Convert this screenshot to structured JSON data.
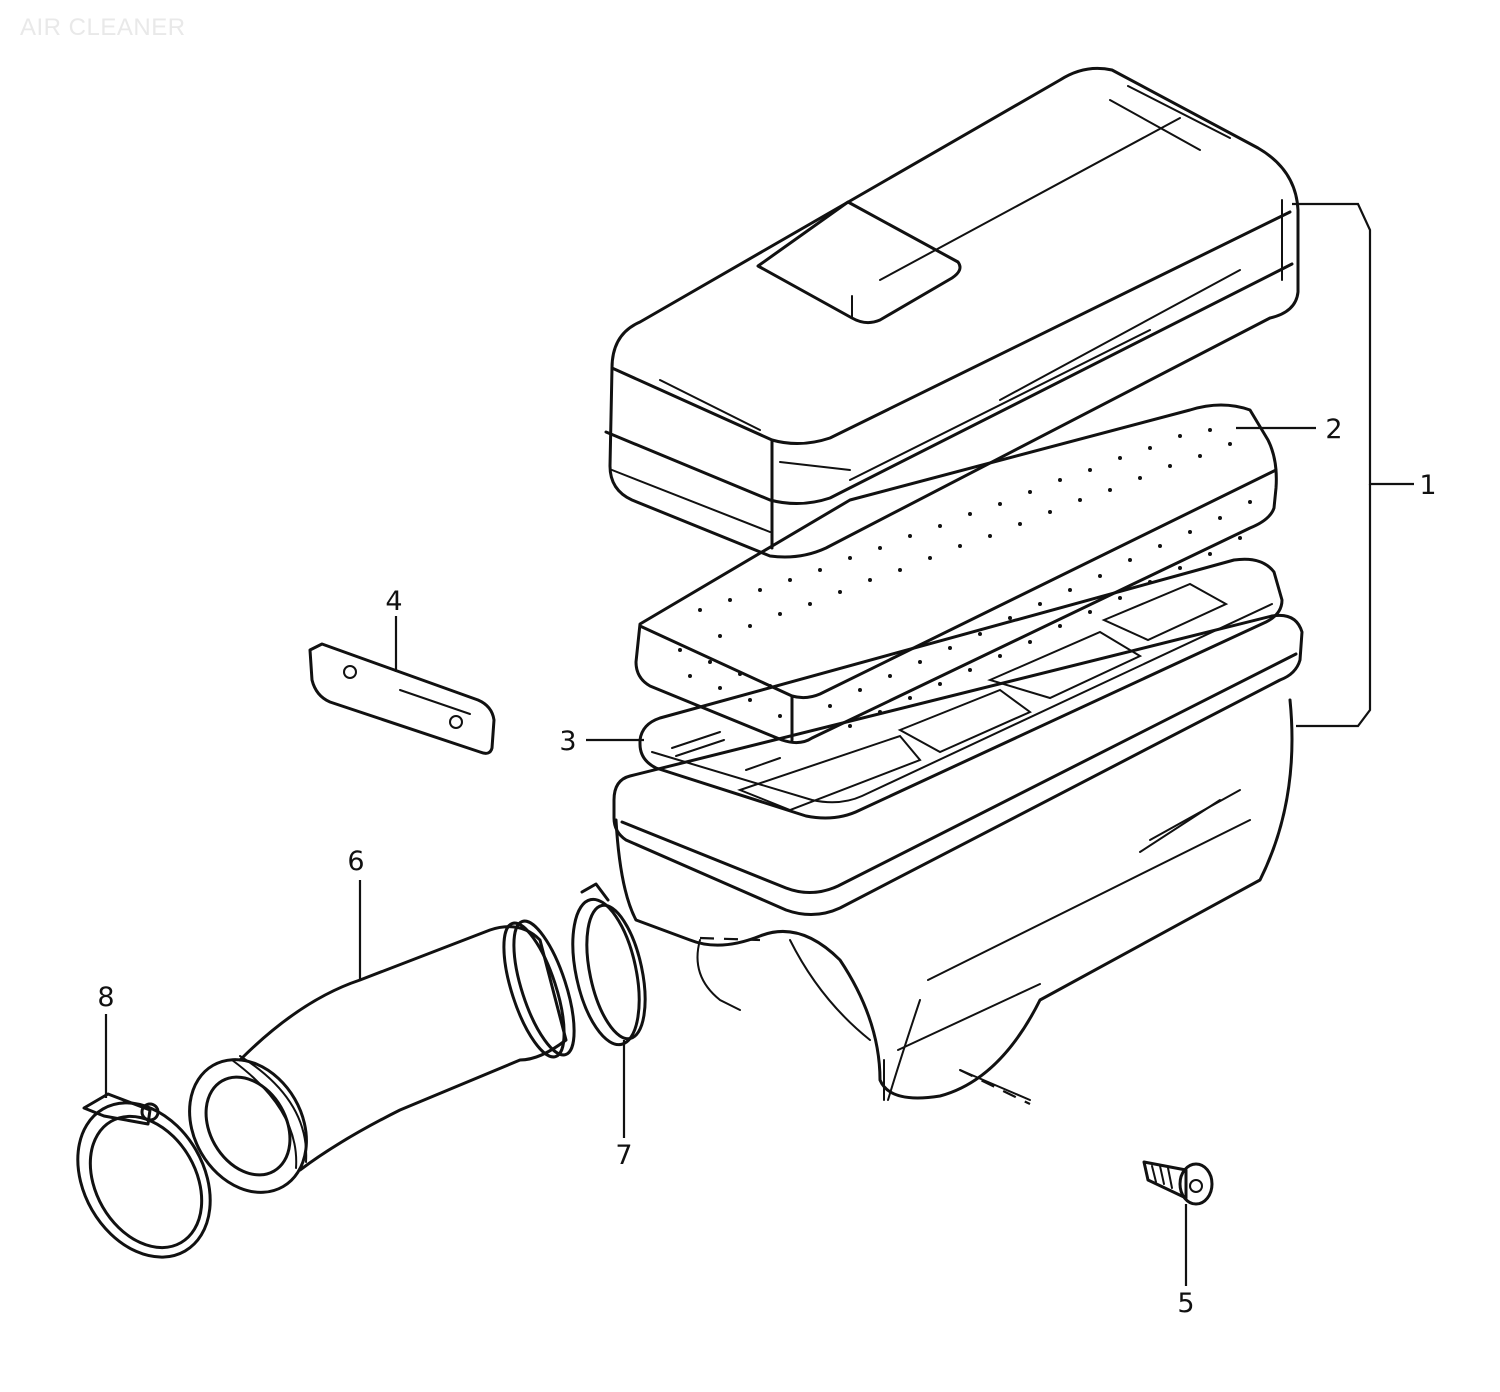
{
  "header": {
    "watermark": "AIR CLEANER"
  },
  "callouts": {
    "c1": "1",
    "c2": "2",
    "c3": "3",
    "c4": "4",
    "c5": "5",
    "c6": "6",
    "c7": "7",
    "c8": "8"
  }
}
